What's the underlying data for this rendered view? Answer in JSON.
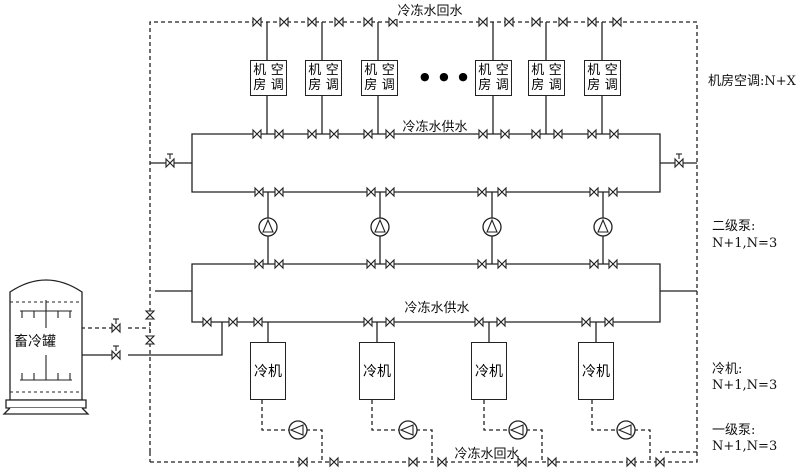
{
  "labels": {
    "return_top": "冷冻水回水",
    "supply_upper": "冷冻水供水",
    "supply_lower": "冷冻水供水",
    "return_bottom": "冷冻水回水",
    "tank": "畜冷罐",
    "ahu_note": "机房空调:N+X",
    "pump2_note_1": "二级泵:",
    "pump2_note_2": "N+1,N=3",
    "chiller_note_1": "冷机:",
    "chiller_note_2": "N+1,N=3",
    "pump1_note_1": "一级泵:",
    "pump1_note_2": "N+1,N=3"
  },
  "ahu_units": [
    {
      "line1": "机房",
      "line2": "空调"
    },
    {
      "line1": "机房",
      "line2": "空调"
    },
    {
      "line1": "机房",
      "line2": "空调"
    },
    {
      "line1": "机房",
      "line2": "空调"
    },
    {
      "line1": "机房",
      "line2": "空调"
    },
    {
      "line1": "机房",
      "line2": "空调"
    }
  ],
  "ellipsis": "● ● ●",
  "chillers": [
    "冷机",
    "冷机",
    "冷机",
    "冷机"
  ]
}
